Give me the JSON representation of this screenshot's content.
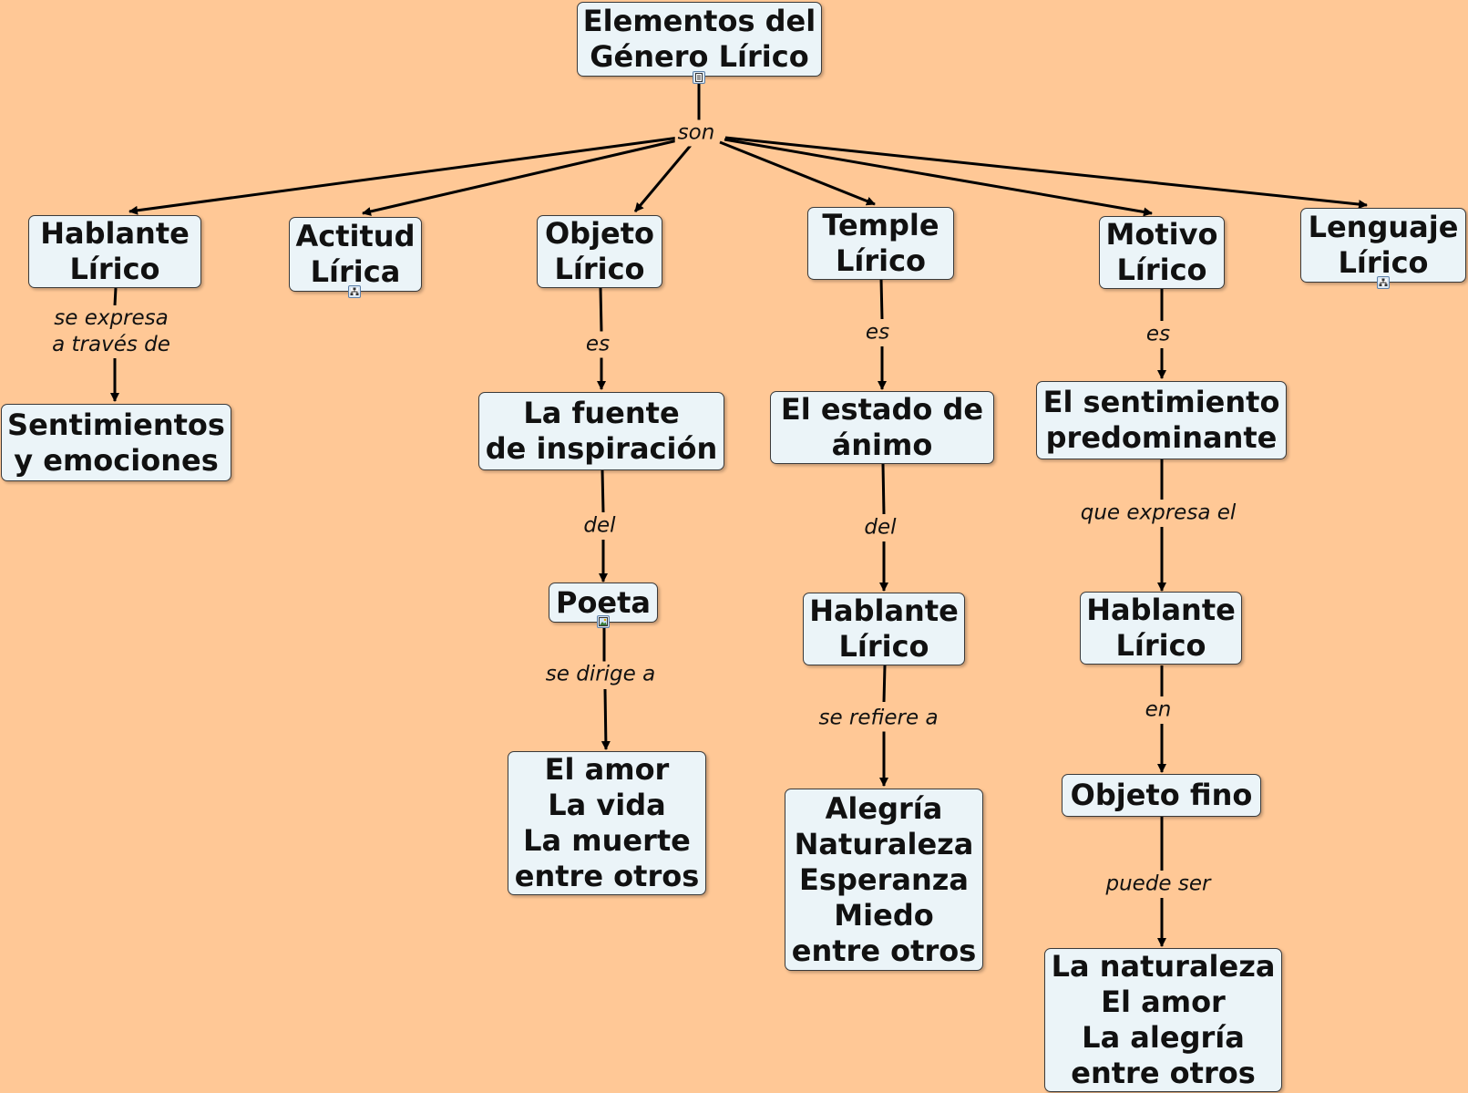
{
  "diagram": {
    "colors": {
      "background": "#FFC896",
      "node_fill": "#EBF4F8",
      "line": "#000000"
    },
    "nodes": {
      "root": "Elementos del\nGénero Lírico",
      "hablante": "Hablante\nLírico",
      "actitud": "Actitud\nLírica",
      "objeto": "Objeto\nLírico",
      "temple": "Temple\nLírico",
      "motivo": "Motivo\nLírico",
      "lenguaje": "Lenguaje\nLírico",
      "sentimientos": "Sentimientos\ny emociones",
      "fuente": "La fuente\nde inspiración",
      "poeta": "Poeta",
      "amor_vida": "El amor\nLa vida\nLa muerte\nentre otros",
      "estado": "El estado de\nánimo",
      "hablante2": "Hablante\nLírico",
      "alegria": "Alegría\nNaturaleza\nEsperanza\nMiedo\nentre otros",
      "sentimiento_pred": "El sentimiento\npredominante",
      "hablante3": "Hablante\nLírico",
      "objeto_fino": "Objeto fino",
      "naturaleza": "La naturaleza\nEl amor\nLa alegría\nentre otros"
    },
    "links": {
      "son": "son",
      "se_expresa": "se expresa\na través de",
      "objeto_es": "es",
      "fuente_del": "del",
      "se_dirige": "se dirige a",
      "temple_es": "es",
      "estado_del": "del",
      "se_refiere": "se refiere a",
      "motivo_es": "es",
      "que_expresa": "que expresa el",
      "en": "en",
      "puede_ser": "puede ser"
    },
    "icons": [
      "document-icon",
      "hierarchy-icon",
      "image-icon",
      "hierarchy-icon"
    ]
  }
}
